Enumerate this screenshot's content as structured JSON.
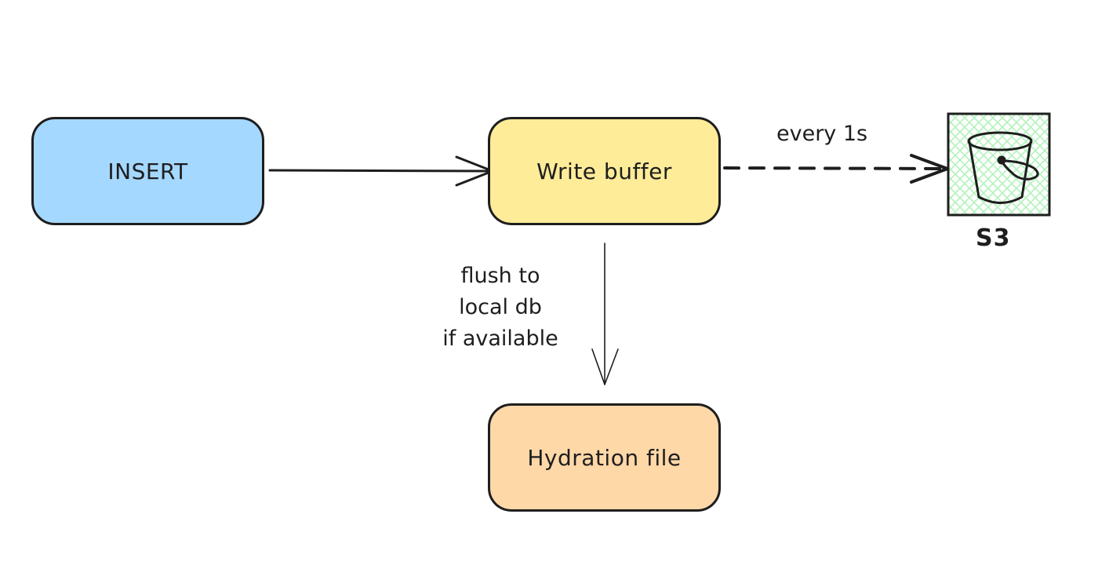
{
  "diagram": {
    "nodes": {
      "insert": {
        "label": "INSERT",
        "fill": "#a5d8ff"
      },
      "write_buffer": {
        "label": "Write buffer",
        "fill": "#ffec99"
      },
      "hydration_file": {
        "label": "Hydration file",
        "fill": "#ffd8a8"
      },
      "s3": {
        "label": "S3",
        "icon": "bucket-icon",
        "hatch_color": "#b2f2bb"
      }
    },
    "edges": {
      "insert_to_buffer": {
        "style": "solid"
      },
      "buffer_to_s3": {
        "style": "dashed",
        "label": "every 1s"
      },
      "buffer_to_hydration": {
        "style": "solid",
        "label_lines": [
          "flush to",
          "local db",
          "if available"
        ]
      }
    },
    "stroke_color": "#1e1e1e"
  }
}
